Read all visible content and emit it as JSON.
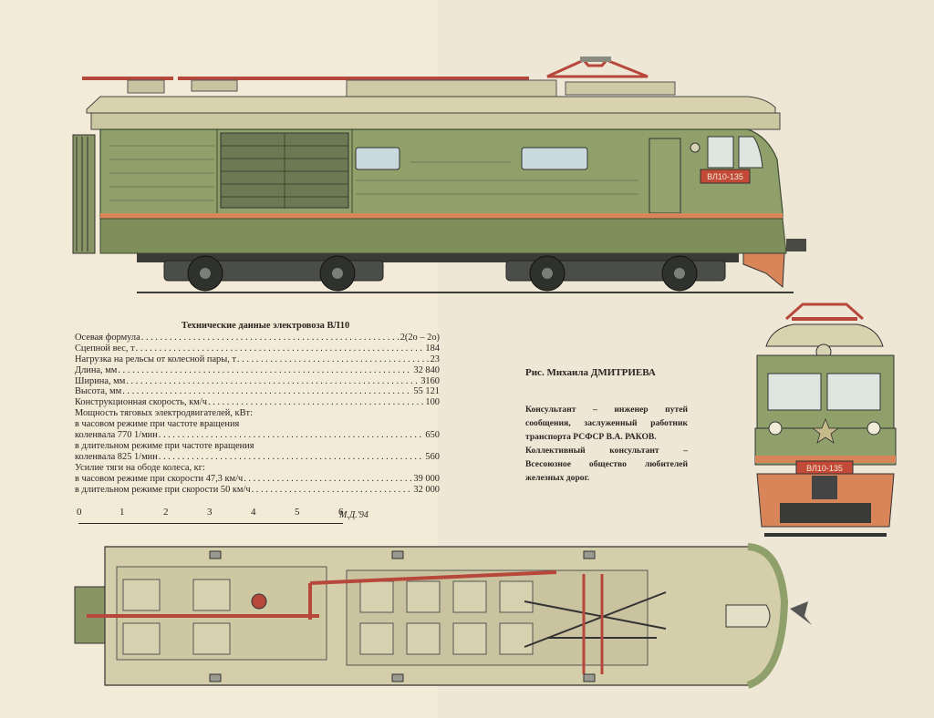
{
  "specs": {
    "title": "Технические данные электровоза ВЛ10",
    "rows": [
      {
        "label": "Осевая формула",
        "value": "2(2o – 2o)",
        "dots": true
      },
      {
        "label": "Сцепной вес, т",
        "value": "184",
        "dots": true
      },
      {
        "label": "Нагрузка на рельсы от колесной пары, т",
        "value": "23",
        "dots": true
      },
      {
        "label": "Длина, мм",
        "value": "32 840",
        "dots": true
      },
      {
        "label": "Ширина, мм",
        "value": "3160",
        "dots": true
      },
      {
        "label": "Высота, мм",
        "value": "55 121",
        "dots": true
      },
      {
        "label": "Конструкционная скорость, км/ч",
        "value": "100",
        "dots": true
      },
      {
        "label": "Мощность тяговых электродвигателей, кВт:",
        "value": "",
        "dots": false
      },
      {
        "label": "в часовом режиме при частоте вращения",
        "value": "",
        "dots": false
      },
      {
        "label": "коленвала 770 1/мин",
        "value": "650",
        "dots": true
      },
      {
        "label": "в длительном режиме при частоте вращения",
        "value": "",
        "dots": false
      },
      {
        "label": "коленвала 825 1/мин",
        "value": "560",
        "dots": true
      },
      {
        "label": "Усилие тяги на ободе колеса, кг:",
        "value": "",
        "dots": false
      },
      {
        "label": "в часовом режиме при скорости 47,3 км/ч",
        "value": "39 000",
        "dots": true
      },
      {
        "label": "в длительном режиме при скорости 50 км/ч",
        "value": "32 000",
        "dots": true
      }
    ]
  },
  "credit": "Рис. Михаила ДМИТРИЕВА",
  "consultants": [
    "Консультант – инженер путей сообщения, заслуженный работник транспорта РСФСР В.А. РАКОВ.",
    "Коллективный консультант – Всесоюзное общество любителей железных дорог."
  ],
  "scale_ticks": [
    "0",
    "1",
    "2",
    "3",
    "4",
    "5",
    "6"
  ],
  "signature": "М.Д.'94",
  "loco_number": "ВЛ10-135",
  "colors": {
    "body_green": "#8fa06a",
    "roof": "#d8d2ae",
    "stripe": "#d9855a",
    "red": "#c44a3c",
    "paper": "#f3ead7"
  }
}
